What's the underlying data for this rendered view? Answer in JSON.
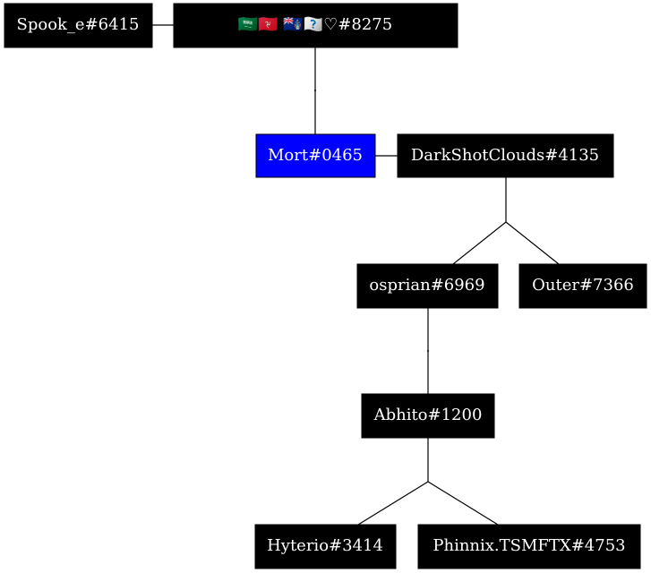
{
  "colors": {
    "node_fill": "#000000",
    "node_text": "#ffffff",
    "highlight_fill": "#0000ff",
    "edge": "#000000",
    "background": "#ffffff"
  },
  "nodes": {
    "spook": {
      "label": "Spook_e#6415"
    },
    "tag8275": {
      "label": "🇸🇦🇮🇲 🇹🇦🇰🇺♡#8275"
    },
    "mort": {
      "label": "Mort#0465",
      "highlighted": true
    },
    "darkshot": {
      "label": "DarkShotClouds#4135"
    },
    "osprian": {
      "label": "osprian#6969"
    },
    "outer": {
      "label": "Outer#7366"
    },
    "abhito": {
      "label": "Abhito#1200"
    },
    "hyterio": {
      "label": "Hyterio#3414"
    },
    "phinnix": {
      "label": "Phinnix.TSMFTX#4753"
    }
  }
}
